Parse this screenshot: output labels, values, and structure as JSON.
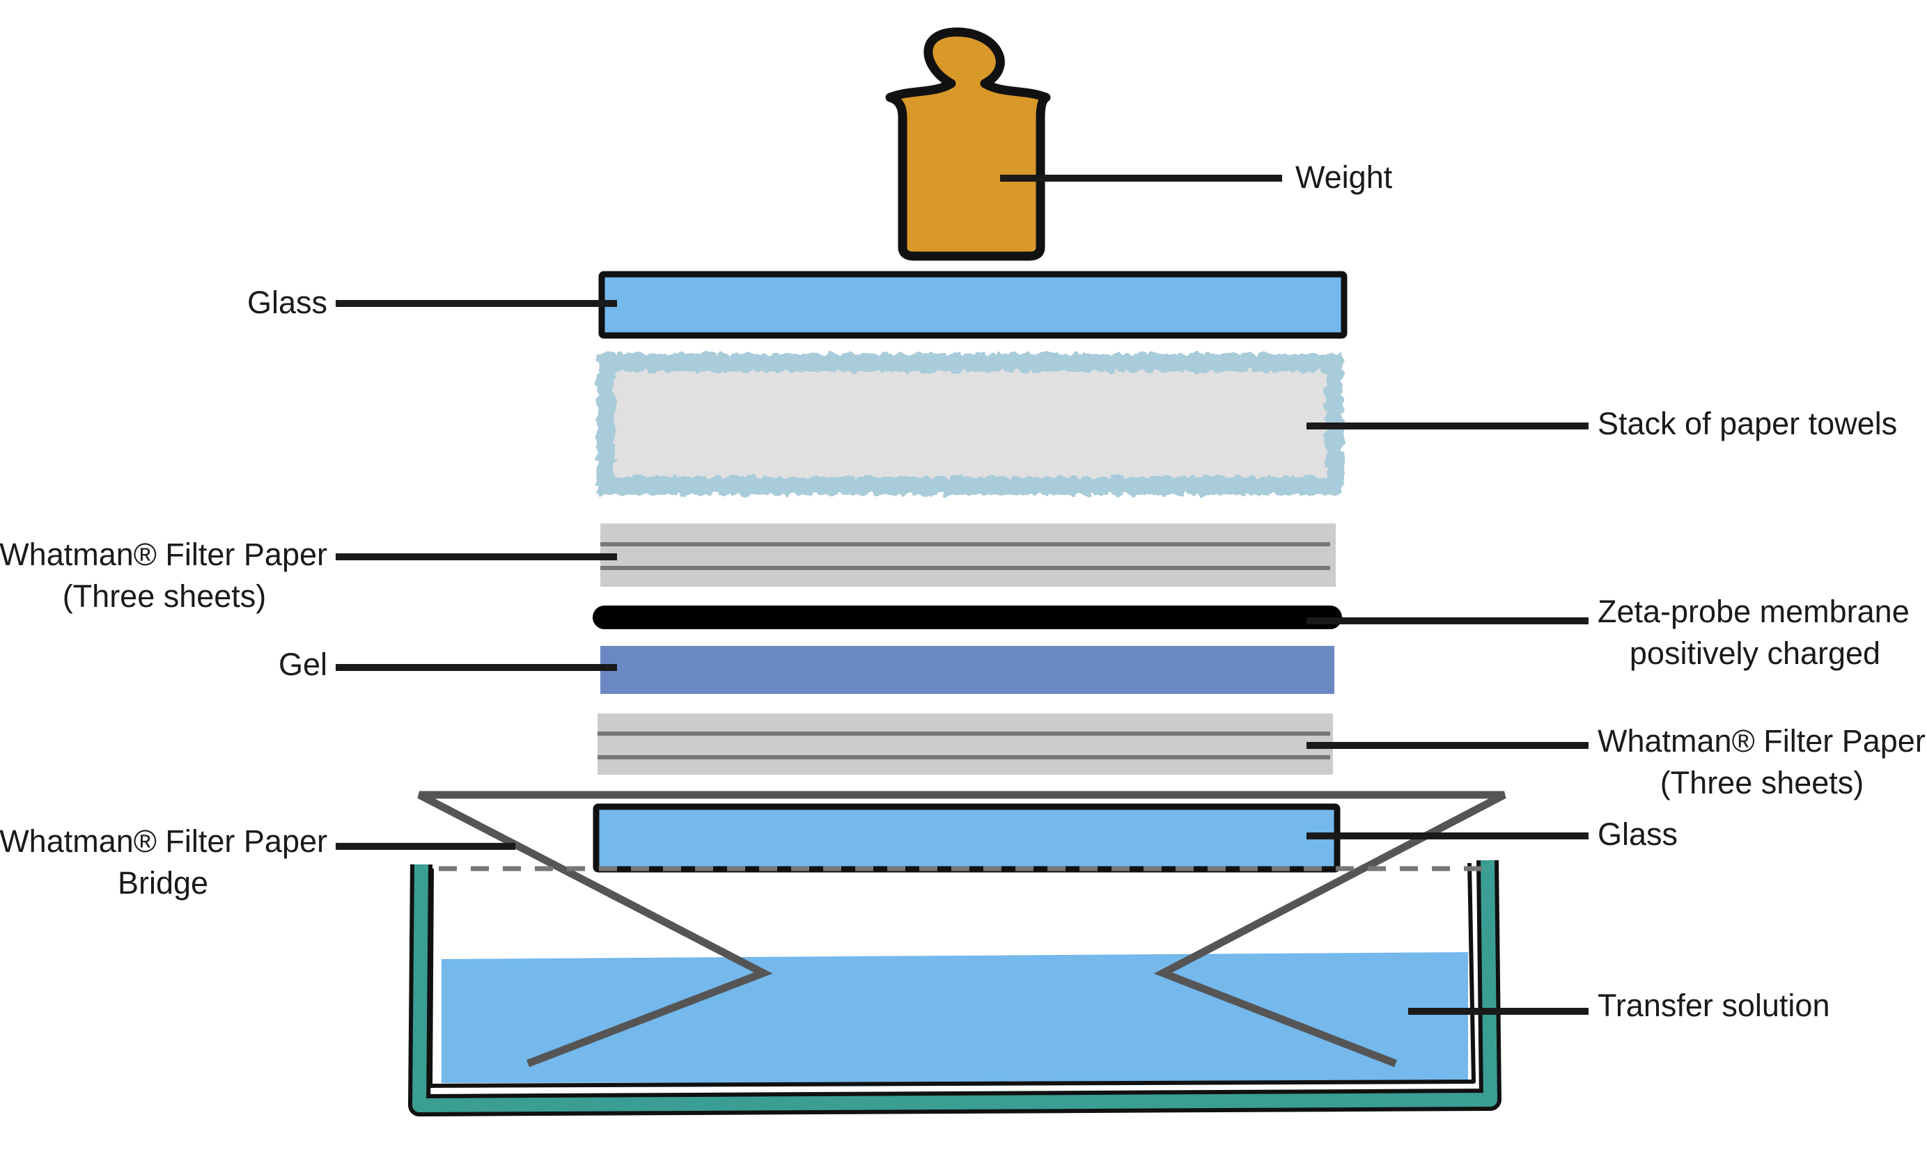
{
  "labels": {
    "weight": "Weight",
    "glass_top": "Glass",
    "paper_towels": "Stack of paper towels",
    "filter_upper_line1": "Whatman® Filter Paper",
    "filter_upper_line2": "(Three sheets)",
    "membrane_line1": "Zeta-probe membrane",
    "membrane_line2": "positively charged",
    "gel": "Gel",
    "filter_lower_line1": "Whatman® Filter Paper",
    "filter_lower_line2": "(Three sheets)",
    "bridge_line1": "Whatman® Filter Paper",
    "bridge_line2": "Bridge",
    "glass_bottom": "Glass",
    "transfer_solution": "Transfer solution"
  },
  "colors": {
    "weight": "#D8982A",
    "glass": "#74B8EC",
    "paper_towel_fill": "#E0E0E0",
    "paper_towel_border": "#A9CCDB",
    "filter_paper": "#CCCCCC",
    "filter_lines": "#777777",
    "membrane": "#000000",
    "gel": "#6A89C3",
    "tray": "#3A9E93",
    "solution": "#74B8EC",
    "bridge": "#555555",
    "leader": "#1A1A1A"
  }
}
